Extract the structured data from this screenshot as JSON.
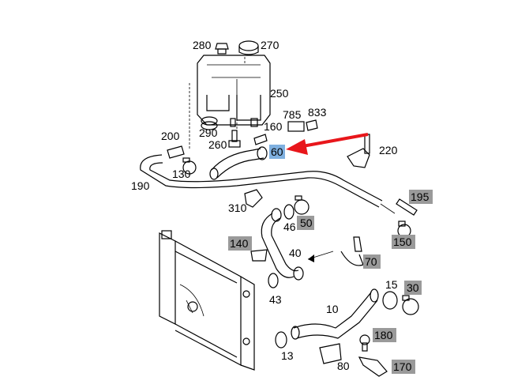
{
  "colors": {
    "arrow": "#e8161b",
    "highlight_selected": "#7fb0e0",
    "highlight_grey": "#9a9a9a",
    "line": "#000000",
    "background": "#ffffff"
  },
  "parts": {
    "p280": "280",
    "p270": "270",
    "p250": "250",
    "p785": "785",
    "p833": "833",
    "p160": "160",
    "p290": "290",
    "p200": "200",
    "p260": "260",
    "p60": "60",
    "p220": "220",
    "p130": "130",
    "p190": "190",
    "p195": "195",
    "p310": "310",
    "p46": "46",
    "p50": "50",
    "p150": "150",
    "p140": "140",
    "p40": "40",
    "p70": "70",
    "p43": "43",
    "p15": "15",
    "p30": "30",
    "p10": "10",
    "p180": "180",
    "p13": "13",
    "p80": "80",
    "p170": "170"
  }
}
